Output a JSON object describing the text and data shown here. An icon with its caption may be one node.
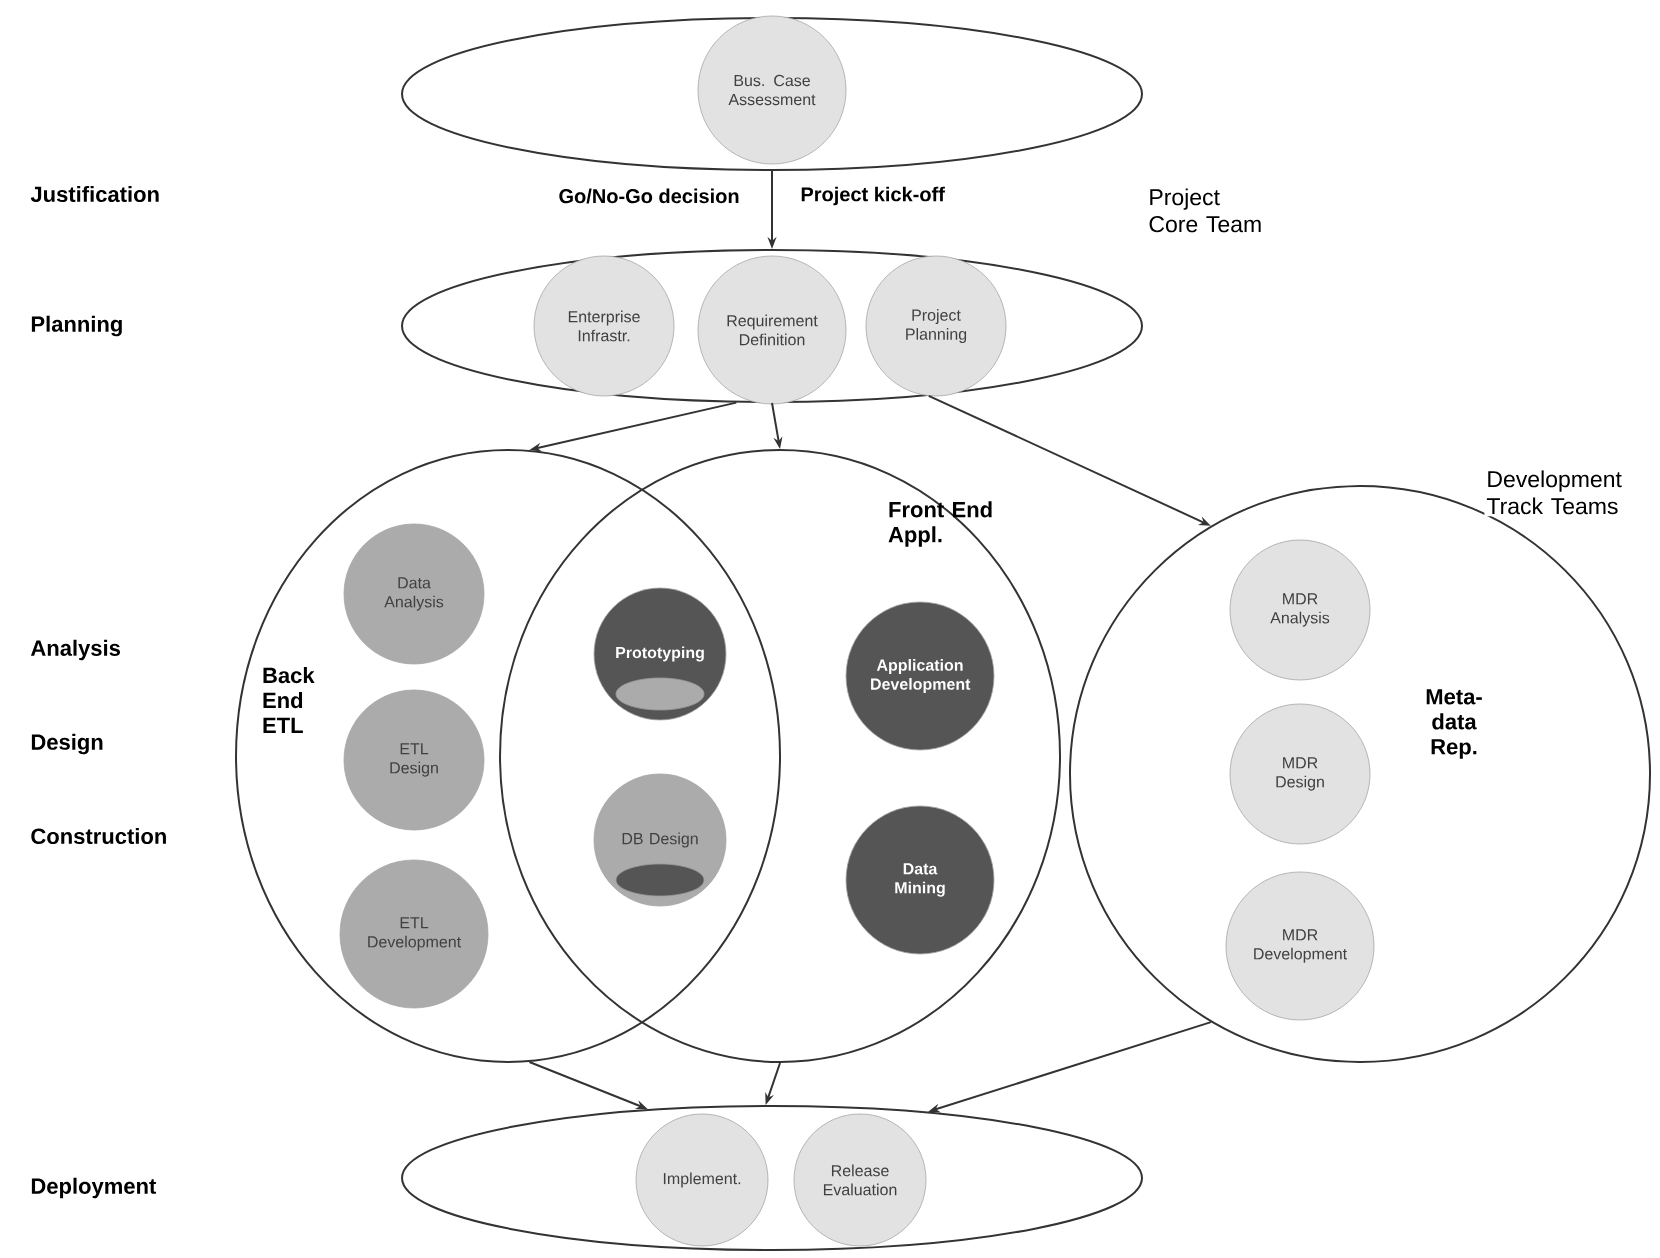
{
  "diagram": {
    "nodes": [
      {
        "text": [],
        "shape": "ellipse"
      },
      {
        "text": [
          "Bus. Case Assessment"
        ],
        "in": 0
      },
      {
        "text": [],
        "shape": "ellipse"
      },
      {
        "text": [
          "Enterprise Infrastr."
        ],
        "in": 2
      },
      {
        "text": [
          "Requirement Definition"
        ],
        "in": 2
      },
      {
        "text": [
          "Project Planning"
        ],
        "in": 2
      },
      {
        "text": [
          "Back End ETL"
        ]
      },
      {
        "text": [
          "Front End Appl."
        ]
      },
      {
        "text": [
          "Meta-data Rep."
        ]
      },
      {
        "text": [
          "Data Analysis"
        ],
        "in": 6
      },
      {
        "text": [
          "ETL Design"
        ],
        "in": 6
      },
      {
        "text": [
          "ETL Development"
        ],
        "in": 6
      },
      {
        "text": [
          "Prototyping"
        ]
      },
      {
        "text": [
          "DB Design"
        ]
      },
      {
        "text": [
          "Application Development"
        ],
        "in": 7
      },
      {
        "text": [
          "Data Mining"
        ],
        "in": 7
      },
      {
        "text": [
          "MDR Analysis"
        ],
        "in": 8
      },
      {
        "text": [
          "MDR Design"
        ],
        "in": 8
      },
      {
        "text": [
          "MDR Development"
        ],
        "in": 8
      },
      {
        "text": [],
        "shape": "ellipse"
      },
      {
        "text": [
          "Implement."
        ],
        "in": 19
      },
      {
        "text": [
          "Release Evaluation"
        ],
        "in": 19
      }
    ],
    "edges": [
      {
        "from": 0,
        "to": 2,
        "arrow": "to"
      },
      {
        "from": 2,
        "to": 6,
        "arrow": "to"
      },
      {
        "from": 2,
        "to": 7,
        "arrow": "to"
      },
      {
        "from": 2,
        "to": 8,
        "arrow": "to"
      },
      {
        "from": 6,
        "to": 19,
        "arrow": "to"
      },
      {
        "from": 7,
        "to": 19,
        "arrow": "to"
      },
      {
        "from": 8,
        "to": 19,
        "arrow": "to"
      }
    ],
    "labels": [
      "Justification",
      "Go/No-Go decision",
      "Project kick-off",
      "Project Core Team",
      "Planning",
      "Development Track Teams",
      "Analysis",
      "Design",
      "Construction",
      "Deployment"
    ]
  }
}
